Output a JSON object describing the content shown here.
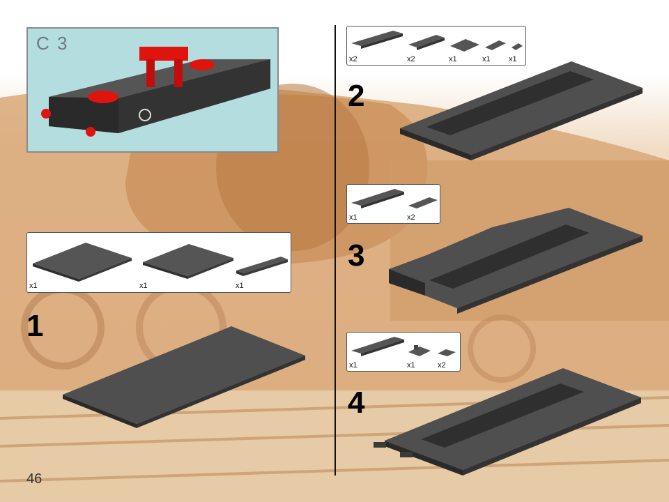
{
  "page": {
    "number": "46"
  },
  "submodel": {
    "label": "C 3"
  },
  "steps": [
    {
      "number": "1",
      "parts": [
        {
          "qty": "x1"
        },
        {
          "qty": "x1"
        },
        {
          "qty": "x1"
        }
      ]
    },
    {
      "number": "2",
      "parts": [
        {
          "qty": "x2"
        },
        {
          "qty": "x2"
        },
        {
          "qty": "x1"
        },
        {
          "qty": "x1"
        },
        {
          "qty": "x1"
        }
      ]
    },
    {
      "number": "3",
      "parts": [
        {
          "qty": "x1"
        },
        {
          "qty": "x2"
        }
      ]
    },
    {
      "number": "4",
      "parts": [
        {
          "qty": "x1"
        },
        {
          "qty": "x1"
        },
        {
          "qty": "x2"
        }
      ]
    }
  ],
  "colors": {
    "brick": "#4a4a4a",
    "brick_top": "#5a5a5a",
    "accent_red": "#e0140f",
    "submodel_bg": "#b4dde0",
    "sepia": "#d9a878"
  }
}
